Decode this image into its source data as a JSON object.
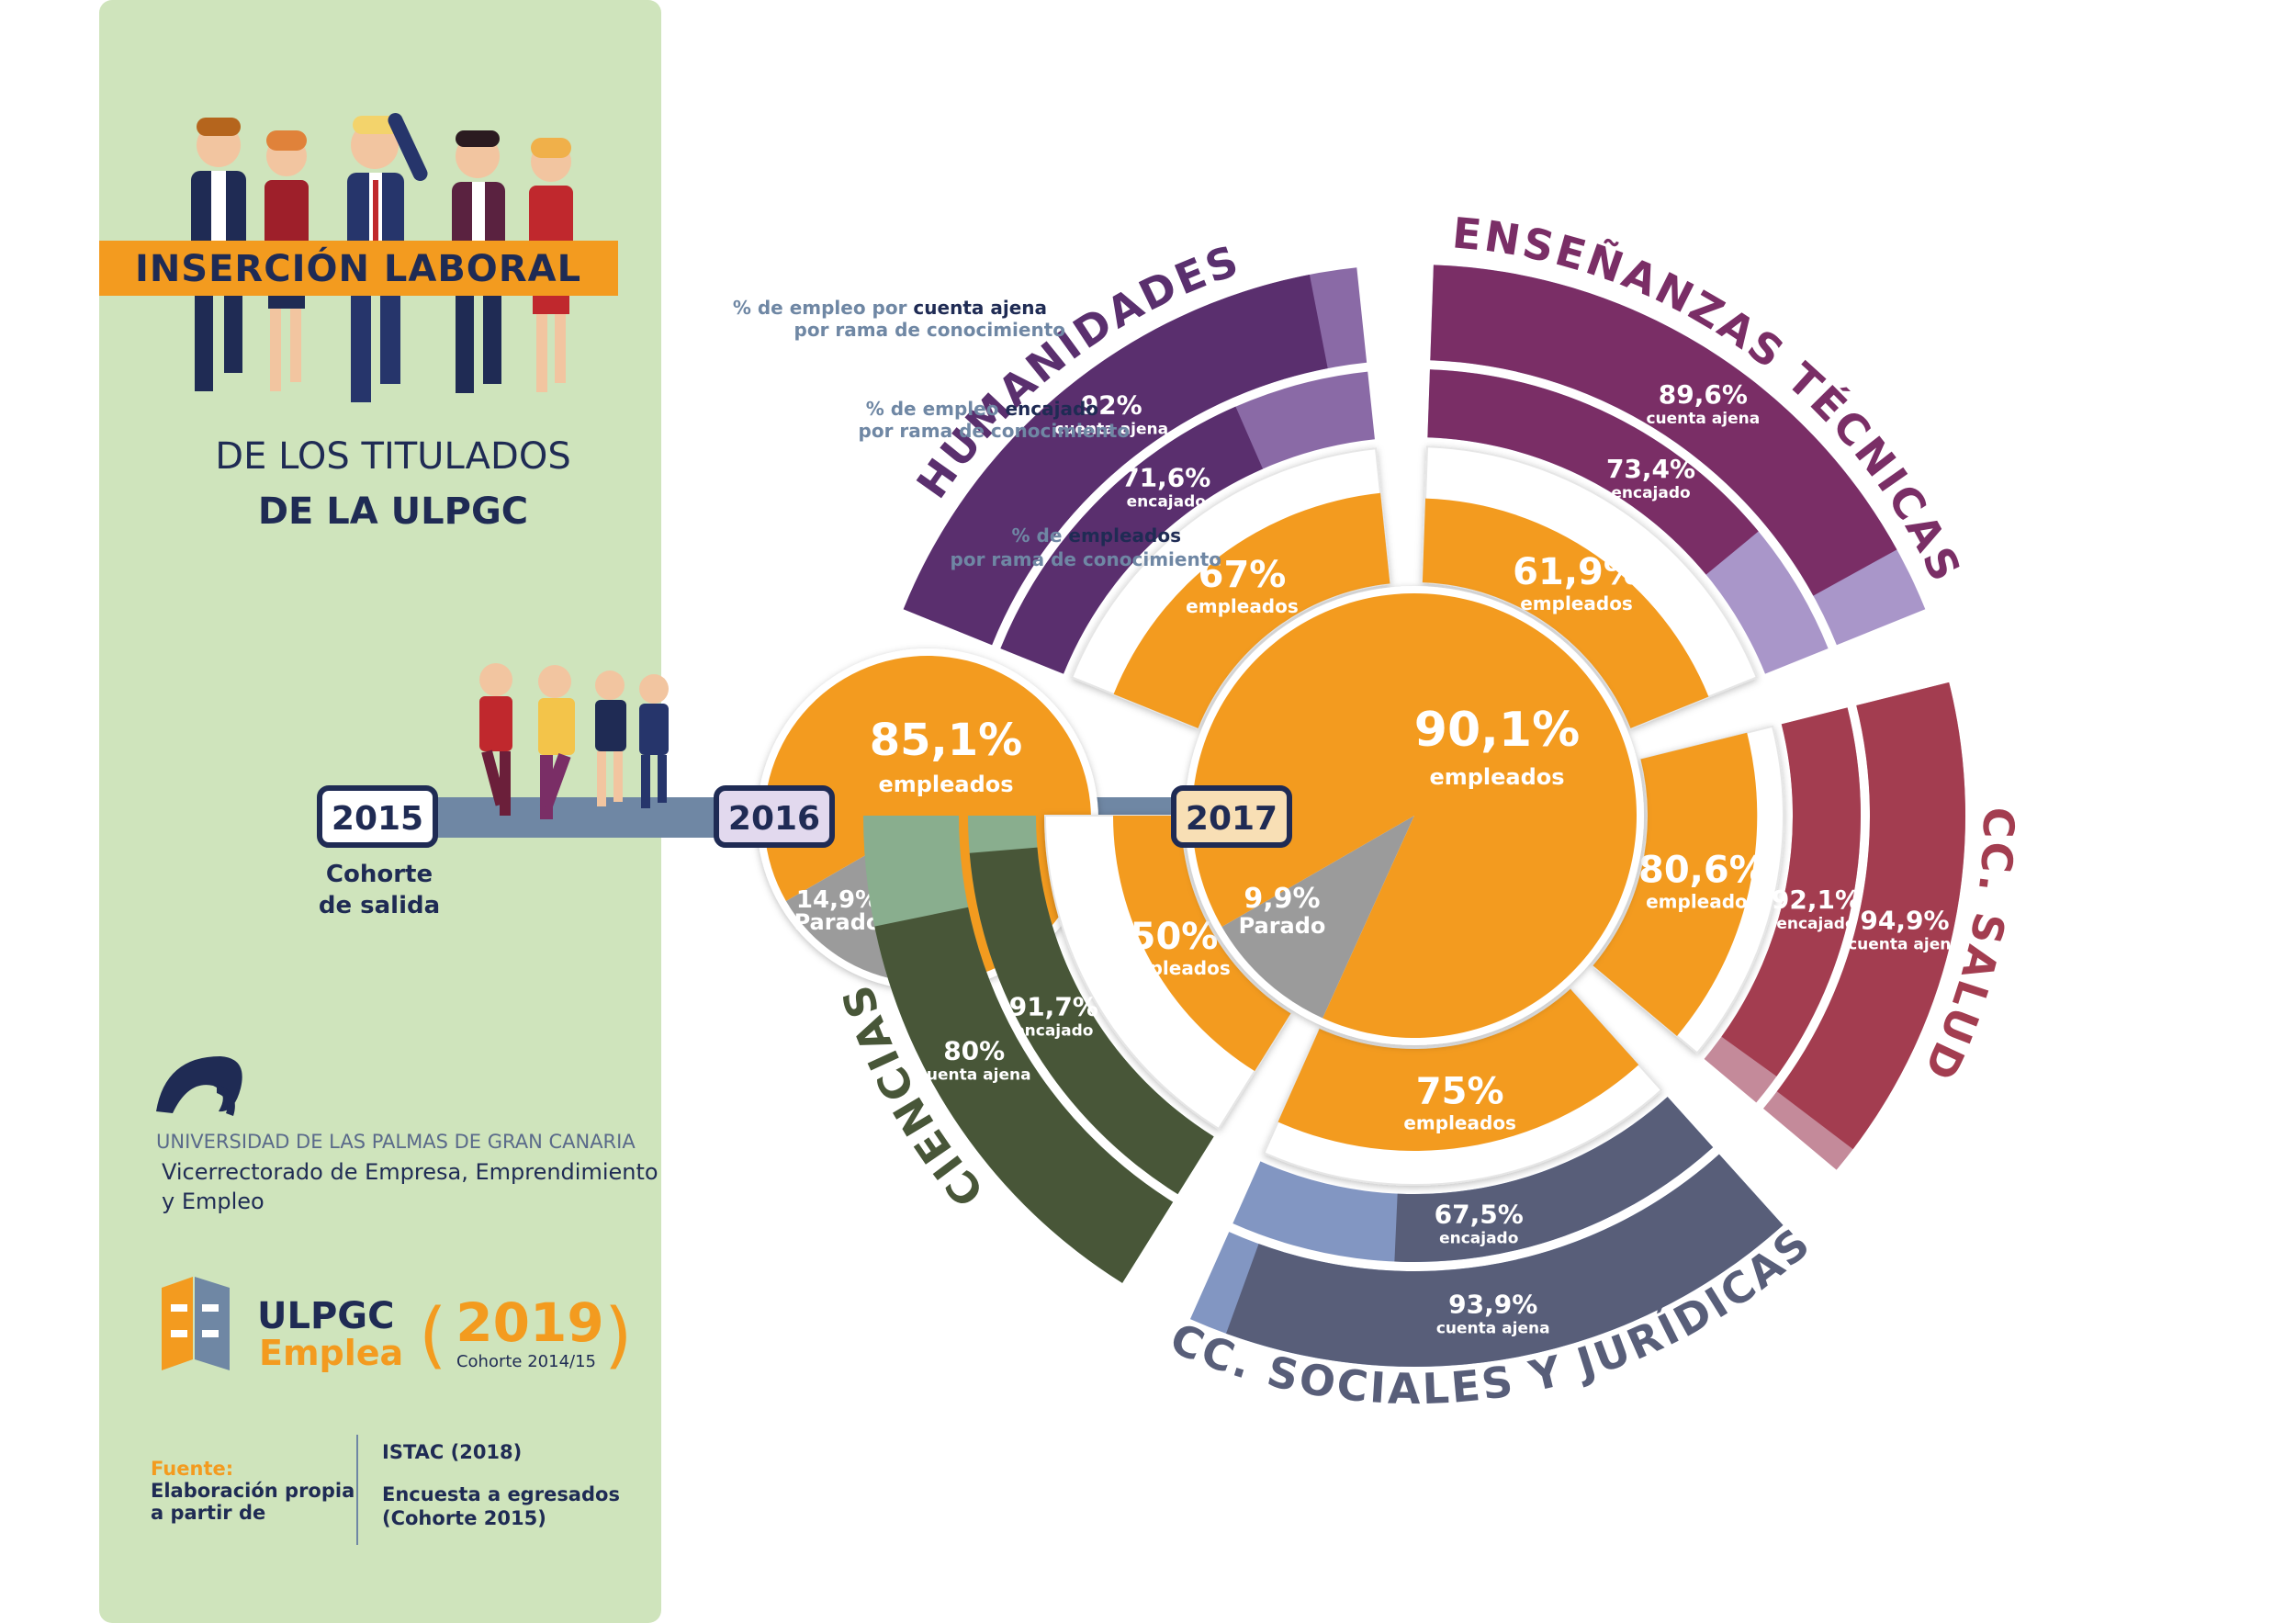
{
  "header": {
    "title_main": "INSERCIÓN LABORAL",
    "title_sub1": "DE LOS TITULADOS",
    "title_sub2": "DE LA ULPGC"
  },
  "timeline": {
    "years": [
      "2015",
      "2016",
      "2017"
    ],
    "cohort_line1": "Cohorte",
    "cohort_line2": "de salida"
  },
  "legend_notes": {
    "cuenta_ajena_line1_a": "% de empleo por ",
    "cuenta_ajena_line1_b": "cuenta ajena",
    "cuenta_ajena_line2": "por rama de conocimiento",
    "encajado_line1_a": "% de empleo ",
    "encajado_line1_b": "encajado",
    "encajado_line2": "por rama de conocimiento",
    "empleados_line1_a": "% de ",
    "empleados_line1_b": "empleados",
    "empleados_line2": "por rama de conocimiento"
  },
  "university": {
    "name": "UNIVERSIDAD DE LAS PALMAS DE GRAN CANARIA",
    "dept_line1": "Vicerrectorado de Empresa, Emprendimiento",
    "dept_line2": "y Empleo",
    "brand_line1": "ULPGC",
    "brand_line2": "Emplea",
    "year": "2019",
    "cohort_note": "Cohorte 2014/15"
  },
  "source": {
    "label": "Fuente:",
    "text_line1": "Elaboración propia",
    "text_line2": "a partir de",
    "ref1": "ISTAC (2018)",
    "ref2_line1": "Encuesta a  egresados",
    "ref2_line2": "(Cohorte 2015)"
  },
  "colors": {
    "orange": "#f39b1f",
    "grey": "#9b9b9b",
    "humanidades": "#5a2f6e",
    "humanidades_light": "#8a6aa6",
    "tecnicas": "#7a2e66",
    "tecnicas_light": "#a996c9",
    "salud": "#a33d50",
    "salud_light": "#c48a9a",
    "sociales": "#585e79",
    "sociales_light": "#8296c2",
    "ciencias": "#485638",
    "ciencias_light": "#89ae8e",
    "panel": "#cfe4bc",
    "navy": "#1f2b54"
  },
  "chart_data": [
    {
      "type": "pie",
      "title": "2016",
      "slices": [
        {
          "label": "empleados",
          "value": 85.1,
          "display": "85,1%"
        },
        {
          "label": "Parado",
          "value": 14.9,
          "display": "14,9%"
        }
      ]
    },
    {
      "type": "pie",
      "title": "2017",
      "slices": [
        {
          "label": "empleados",
          "value": 90.1,
          "display": "90,1%"
        },
        {
          "label": "Parado",
          "value": 9.9,
          "display": "9,9%"
        }
      ]
    },
    {
      "type": "bar",
      "title": "% de empleados / encajado / cuenta ajena por rama de conocimiento",
      "categories": [
        "HUMANIDADES",
        "ENSEÑANZAS TÉCNICAS",
        "CC. SALUD",
        "CC. SOCIALES Y JURÍDICAS",
        "CIENCIAS"
      ],
      "series": [
        {
          "name": "empleados",
          "values": [
            67,
            61.9,
            80.6,
            75,
            50
          ],
          "display": [
            "67%",
            "61,9%",
            "80,6%",
            "75%",
            "50%"
          ]
        },
        {
          "name": "encajado",
          "values": [
            71.6,
            73.4,
            92.1,
            67.5,
            91.7
          ],
          "display": [
            "71,6%",
            "73,4%",
            "92,1%",
            "67,5%",
            "91,7%"
          ]
        },
        {
          "name": "cuenta ajena",
          "values": [
            92,
            89.6,
            94.9,
            93.9,
            80
          ],
          "display": [
            "92%",
            "89,6%",
            "94,9%",
            "93,9%",
            "80%"
          ]
        }
      ],
      "series_labels": {
        "empleados": "empleados",
        "encajado": "encajado",
        "cuenta_ajena": "cuenta ajena"
      }
    }
  ]
}
